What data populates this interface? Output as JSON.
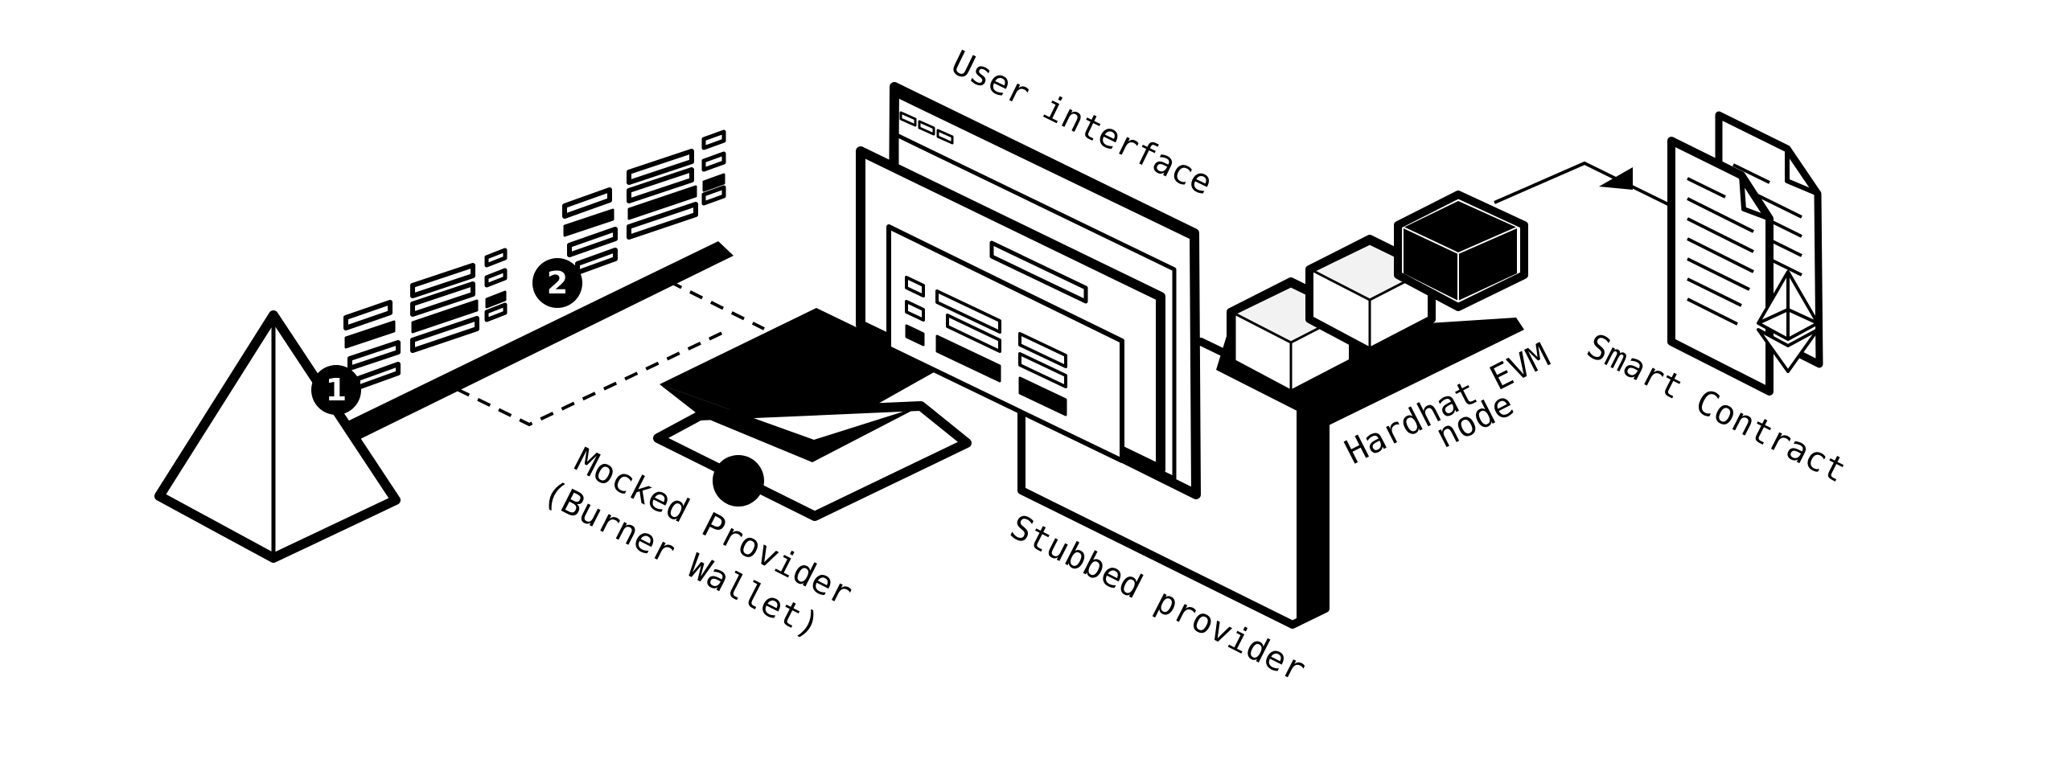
{
  "labels": {
    "user_interface": "User interface",
    "mocked_provider_line1": "Mocked Provider",
    "mocked_provider_line2": "(Burner Wallet)",
    "stubbed_provider": "Stubbed provider",
    "hardhat_line1": "Hardhat EVM",
    "hardhat_line2": "node",
    "smart_contract": "Smart Contract"
  },
  "badges": [
    "1",
    "2"
  ],
  "icons": {
    "pyramid": "ethereum-pyramid-icon",
    "ethereum": "ethereum-diamond-icon",
    "documents": "contract-document-icon"
  },
  "colors": {
    "ink": "#000000",
    "paper": "#ffffff",
    "cube_light": "#f2f2f2"
  }
}
